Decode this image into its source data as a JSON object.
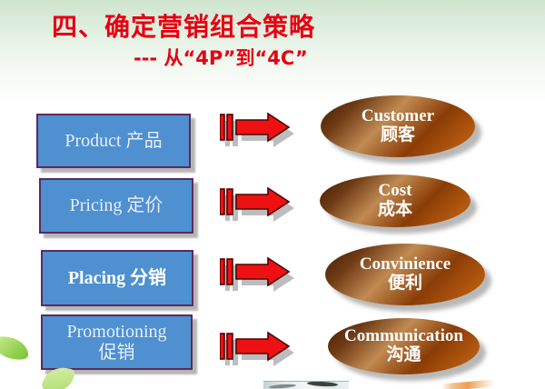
{
  "slide": {
    "title": "四、确定营销组合策略",
    "subtitle": "--- 从“4P”到“4C”"
  },
  "rows": [
    {
      "box_line1": "Product 产品",
      "oval_line1": "Customer",
      "oval_line2": "顾客"
    },
    {
      "box_line1": "Pricing 定价",
      "oval_line1": "Cost",
      "oval_line2": "成本"
    },
    {
      "box_line1": "Placing 分销",
      "oval_line1": "Convinience",
      "oval_line2": "便利"
    },
    {
      "box_line1": "Promotioning",
      "box_line2": "促销",
      "oval_line1": "Communication",
      "oval_line2": "沟通"
    }
  ],
  "colors": {
    "title_red": "#e60012",
    "box_blue": "#4e90d0",
    "box_border_purple": "#5c2a5e",
    "arrow_red": "#ee1111",
    "oval_brown_dark": "#3f1d03",
    "oval_brown_light": "#c08a52",
    "background_green": "#cfe4ce"
  }
}
